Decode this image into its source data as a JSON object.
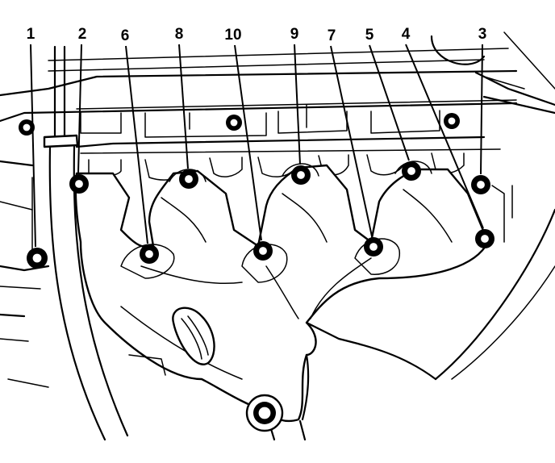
{
  "callouts": [
    {
      "id": "c1",
      "label": "1"
    },
    {
      "id": "c2",
      "label": "2"
    },
    {
      "id": "c6",
      "label": "6"
    },
    {
      "id": "c8",
      "label": "8"
    },
    {
      "id": "c10",
      "label": "10"
    },
    {
      "id": "c9",
      "label": "9"
    },
    {
      "id": "c7",
      "label": "7"
    },
    {
      "id": "c5",
      "label": "5"
    },
    {
      "id": "c4",
      "label": "4"
    },
    {
      "id": "c3",
      "label": "3"
    }
  ]
}
